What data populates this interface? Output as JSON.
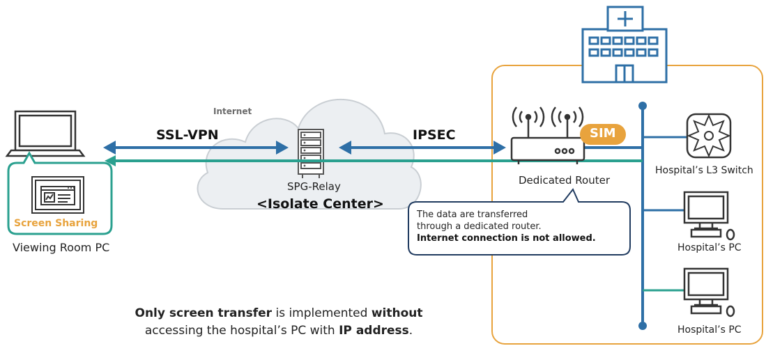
{
  "labels": {
    "internet": "Internet",
    "ssl_vpn": "SSL-VPN",
    "ipsec": "IPSEC",
    "spg_relay": "SPG-Relay",
    "isolate_center": "<Isolate Center>",
    "sim": "SIM",
    "dedicated_router": "Dedicated Router",
    "l3_switch": "Hospital’s L3 Switch",
    "hospital_pc_1": "Hospital’s PC",
    "hospital_pc_2": "Hospital’s PC",
    "screen_sharing": "Screen Sharing",
    "viewing_room_pc": "Viewing Room PC"
  },
  "callout": {
    "line1": "The data are transferred",
    "line2": "through a dedicated router.",
    "line3": "Internet connection is not allowed."
  },
  "footer": {
    "line1_bold_a": "Only screen transfer",
    "line1_mid": " is implemented ",
    "line1_bold_b": "without",
    "line2_start": "accessing the hospital’s PC with ",
    "line2_bold": "IP address",
    "line2_end": "."
  },
  "colors": {
    "blue": "#2e6fa6",
    "teal": "#2aa08f",
    "orange": "#e8a33d",
    "navy": "#1f3a5f"
  }
}
